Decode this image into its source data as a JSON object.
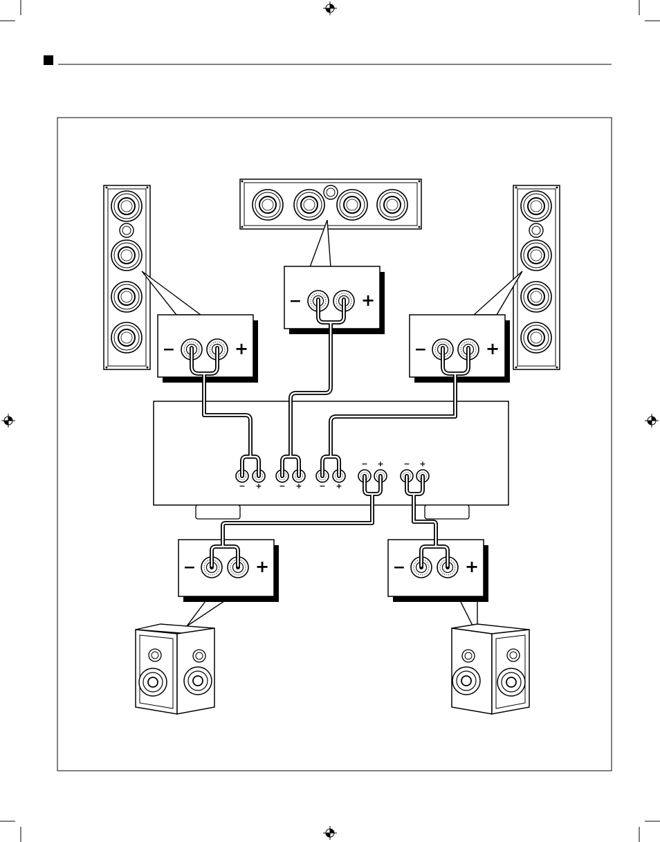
{
  "colors": {
    "ink": "#000000",
    "paper": "#ffffff",
    "wire_core": "#ffffff"
  },
  "labels": {
    "minus": "−",
    "plus": "+"
  },
  "icons": {
    "registration_mark": "crosshair-target-icon",
    "section_marker": "black-square-icon",
    "binding_post": "speaker-binding-post-icon"
  },
  "components": {
    "front_left": "tower-speaker",
    "front_right": "tower-speaker",
    "center": "center-channel-speaker",
    "surround_left": "bookshelf-speaker",
    "surround_right": "bookshelf-speaker",
    "receiver": "amplifier-rear-panel"
  },
  "receiver_terminal_pairs": 5
}
